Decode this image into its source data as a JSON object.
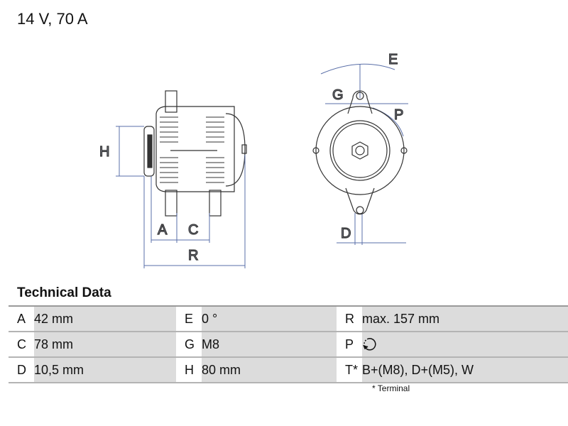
{
  "header": {
    "title": "14 V, 70 A"
  },
  "drawing": {
    "labels": {
      "A": "A",
      "C": "C",
      "R": "R",
      "H": "H",
      "E": "E",
      "G": "G",
      "P": "P",
      "D": "D"
    },
    "dimension_color": "#5a6fa8"
  },
  "technical_data": {
    "heading": "Technical Data",
    "rows": [
      [
        {
          "key": "A",
          "value": "42 mm"
        },
        {
          "key": "E",
          "value": "0 °"
        },
        {
          "key": "R",
          "value": "max. 157 mm"
        }
      ],
      [
        {
          "key": "C",
          "value": "78 mm"
        },
        {
          "key": "G",
          "value": "M8"
        },
        {
          "key": "P",
          "value": "",
          "icon": "clockwise-rotation-icon"
        }
      ],
      [
        {
          "key": "D",
          "value": "10,5 mm"
        },
        {
          "key": "H",
          "value": "80 mm"
        },
        {
          "key": "T*",
          "value": "B+(M8), D+(M5), W"
        }
      ]
    ],
    "footnote": "* Terminal"
  }
}
